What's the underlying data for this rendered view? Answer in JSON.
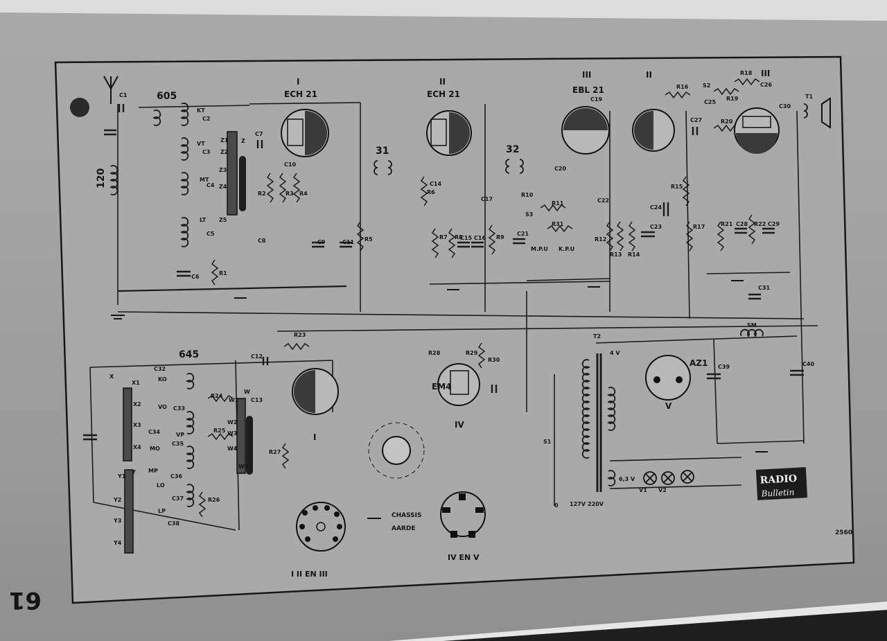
{
  "page_number": "61",
  "logo": {
    "line1": "RADIO",
    "line2": "Bulletin",
    "text_color": "#f2f2f2",
    "bg_color": "#1c1c1c"
  },
  "drawing_number": "2560",
  "colors": {
    "paper": "#a8a8a8",
    "ink": "#161616",
    "page_edge": "#e4e4e4"
  },
  "tubes": [
    {
      "roman": "I",
      "name": "ECH 21"
    },
    {
      "roman": "II",
      "name": "ECH 21"
    },
    {
      "roman": "III",
      "name": "EBL 21"
    },
    {
      "roman": "II",
      "name": ""
    },
    {
      "roman": "III",
      "name": ""
    },
    {
      "roman": "I",
      "name": ""
    },
    {
      "roman": "IV",
      "name": "EM4"
    },
    {
      "roman": "V",
      "name": "AZ1"
    }
  ],
  "coil_sets": {
    "top": "605",
    "bottom": "645",
    "antenna": "120"
  },
  "if_transformers": [
    "31",
    "32"
  ],
  "component_labels": [
    "C1",
    "C2",
    "C3",
    "C4",
    "C5",
    "C6",
    "C7",
    "C8",
    "C9",
    "C10",
    "C11",
    "C12",
    "C13",
    "C14",
    "C15",
    "C16",
    "C17",
    "C19",
    "C20",
    "C21",
    "C22",
    "C23",
    "C24",
    "C25",
    "C26",
    "C27",
    "C28",
    "C29",
    "C30",
    "C31",
    "C32",
    "C33",
    "C34",
    "C35",
    "C36",
    "C37",
    "C38",
    "C39",
    "C40",
    "R1",
    "R2",
    "R3",
    "R4",
    "R5",
    "R6",
    "R7",
    "R8",
    "R9",
    "R10",
    "R11",
    "R12",
    "R13",
    "R14",
    "R15",
    "R16",
    "R17",
    "R18",
    "R19",
    "R20",
    "R21",
    "R22",
    "R23",
    "R24",
    "R25",
    "R26",
    "R27",
    "R28",
    "R29",
    "R30",
    "R31"
  ],
  "switch_labels": {
    "band": [
      "X",
      "X1",
      "X2",
      "X3",
      "X4",
      "Y",
      "Y1",
      "Y2",
      "Y3",
      "Y4",
      "Z",
      "Z1",
      "Z2",
      "Z3",
      "Z4",
      "Z5",
      "W",
      "W1",
      "W2",
      "W3",
      "W4",
      "W5"
    ],
    "coil_taps": [
      "KT",
      "VT",
      "MT",
      "LT",
      "KO",
      "VO",
      "MO",
      "LO",
      "VP",
      "MP",
      "LP"
    ],
    "other": [
      "S1",
      "S2",
      "S3",
      "SM",
      "T1",
      "T2",
      "M.P.U",
      "K.P.U",
      "6,3 V",
      "4 V",
      "127V",
      "220V",
      "V1",
      "V2"
    ]
  },
  "socket_captions": [
    "I II EN III",
    "IV EN V"
  ],
  "legend": {
    "chassis": "CHASSIS",
    "earth": "AARDE"
  },
  "mains": [
    "127V",
    "220V",
    "0"
  ]
}
